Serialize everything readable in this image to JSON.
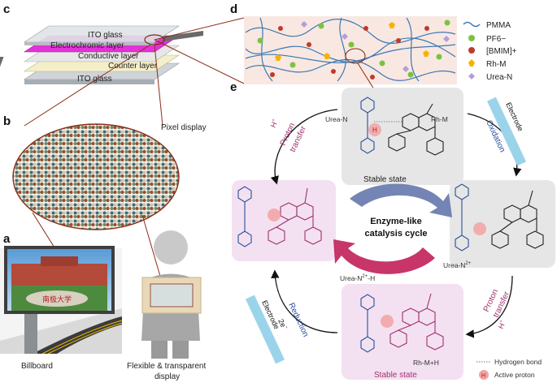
{
  "panels": {
    "a": "a",
    "b": "b",
    "c": "c",
    "d": "d",
    "e": "e"
  },
  "device_layers": [
    "ITO glass",
    "Electrochromic layer",
    "Conductive layer",
    "Counter layer",
    "ITO glass"
  ],
  "pixel_display_label": "Pixel display",
  "billboard_label": "Billboard",
  "flexible_label_line1": "Flexible & transparent",
  "flexible_label_line2": "display",
  "billboard_text": "南极大学",
  "legend": [
    {
      "label": "PMMA",
      "color": "#3c78b4",
      "icon": "wave-line"
    },
    {
      "label": "PF6−",
      "color": "#7cc242",
      "icon": "dot"
    },
    {
      "label": "[BMIM]+",
      "color": "#c0392b",
      "icon": "dot"
    },
    {
      "label": "Rh-M",
      "color": "#f5b300",
      "icon": "pentagon"
    },
    {
      "label": "Urea-N",
      "color": "#b39ddb",
      "icon": "diamond"
    }
  ],
  "cycle": {
    "center_line1": "Enzyme-like",
    "center_line2": "catalysis cycle",
    "stable_state_top": "Stable state",
    "stable_state_bottom": "Stable state",
    "urea_n": "Urea-N",
    "rh_m": "Rh-M",
    "urea_n2": "Urea-N",
    "urea_n2_sup": "2+",
    "urea_n2_h": "Urea-N",
    "urea_n2_h_sup": "2+",
    "urea_n2_h_tail": "-H",
    "rh_m_h": "Rh-M+H",
    "proton_transfer_1": "Proton",
    "proton_transfer_2": "transfer",
    "oxidation": "Oxidation",
    "reduction": "Reduction",
    "electrode": "Electrode",
    "h_plus": "H",
    "two_e": "2e",
    "active_h": "H"
  },
  "bottom_legend": {
    "hydrogen_bond": "Hydrogen bond",
    "active_proton": "Active proton"
  },
  "colors": {
    "magenta": "#a0306e",
    "blue": "#2a4d9c",
    "pink_bg": "#f3e1f1",
    "gray_bg": "#e6e6e6",
    "electrode": "#9bd4ea"
  }
}
